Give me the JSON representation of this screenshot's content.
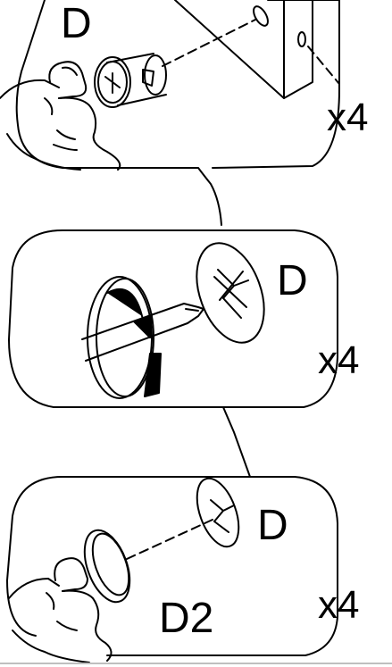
{
  "steps": [
    {
      "part_label": "D",
      "quantity": "x4"
    },
    {
      "part_label": "D",
      "quantity": "x4"
    },
    {
      "part_label": "D",
      "label2": "D2",
      "quantity": "x4"
    }
  ],
  "icons": [
    "cam-lock-icon",
    "screwdriver-icon",
    "rotate-arrow-icon",
    "cam-cover-cap-icon",
    "hand-icon",
    "panel-icon"
  ]
}
